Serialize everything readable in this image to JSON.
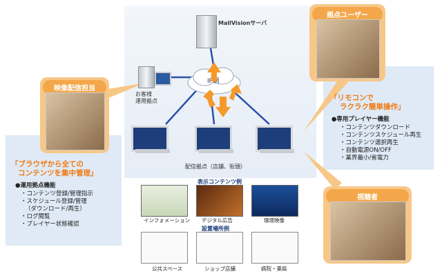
{
  "server_label": "MallVisionサーバ",
  "network_label": "IP網",
  "customer_site_label": [
    "お客様",
    "運用拠点"
  ],
  "delivery_site_label": "配信拠点（店舗、街頭）",
  "left": {
    "role": "映像配信担当",
    "headline": [
      "「ブラウザから全ての",
      "コンテンツを集中管理」"
    ],
    "func_title": "●運用拠点機能",
    "items": [
      "・コンテンツ登録/管理指示",
      "・スケジュール登録/管理",
      "（ダウンロード/再生）",
      "・ログ閲覧",
      "・プレイヤー状態確認"
    ]
  },
  "right": {
    "role": "拠点ユーザー",
    "headline": [
      "「リモコンで",
      "ラクラク簡単操作」"
    ],
    "func_title": "●専用プレイヤー機能",
    "items": [
      "・コンテンツダウンロード",
      "・コンテンツスケジュール再生",
      "・コンテンツ選択再生",
      "・自動電源ON/OFF",
      "・業界最小/省電力"
    ]
  },
  "viewer": {
    "role": "視聴者"
  },
  "examples": {
    "content_title": "表示コンテンツ例",
    "content_items": [
      "インフォメーション",
      "デジタル広告",
      "環境映像"
    ],
    "place_title": "設置場所例",
    "place_items": [
      "公共スペース",
      "ショップ店舗",
      "病院・薬局"
    ]
  },
  "colors": {
    "orange": "#f07a12",
    "card": "#f7c788",
    "line": "#2a4fa8",
    "panel": "#dfeaf6"
  }
}
